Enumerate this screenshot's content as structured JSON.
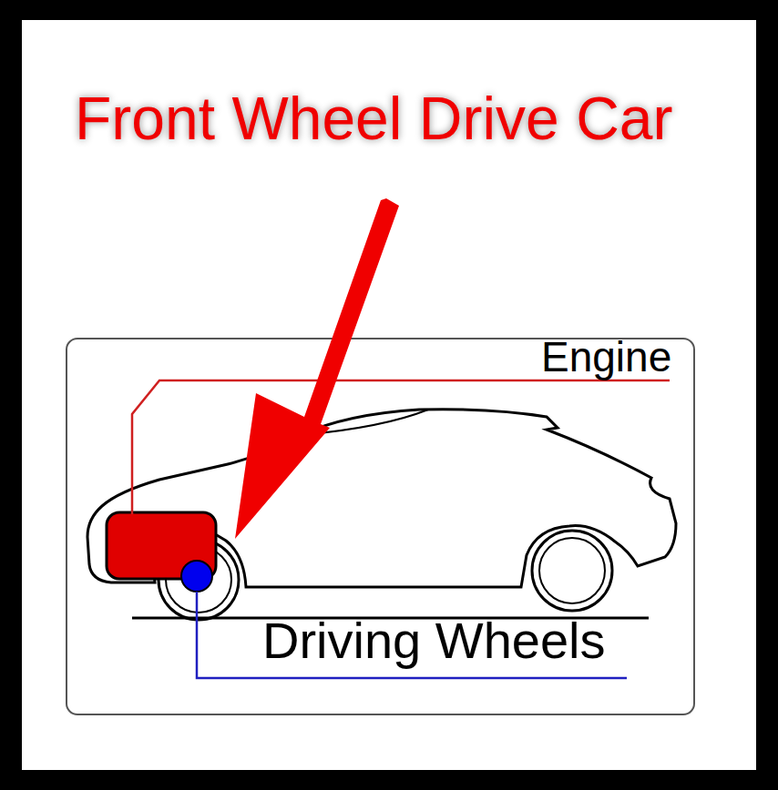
{
  "diagram": {
    "title": "Front Wheel Drive Car",
    "labels": [
      "Engine",
      "Driving Wheels"
    ]
  }
}
